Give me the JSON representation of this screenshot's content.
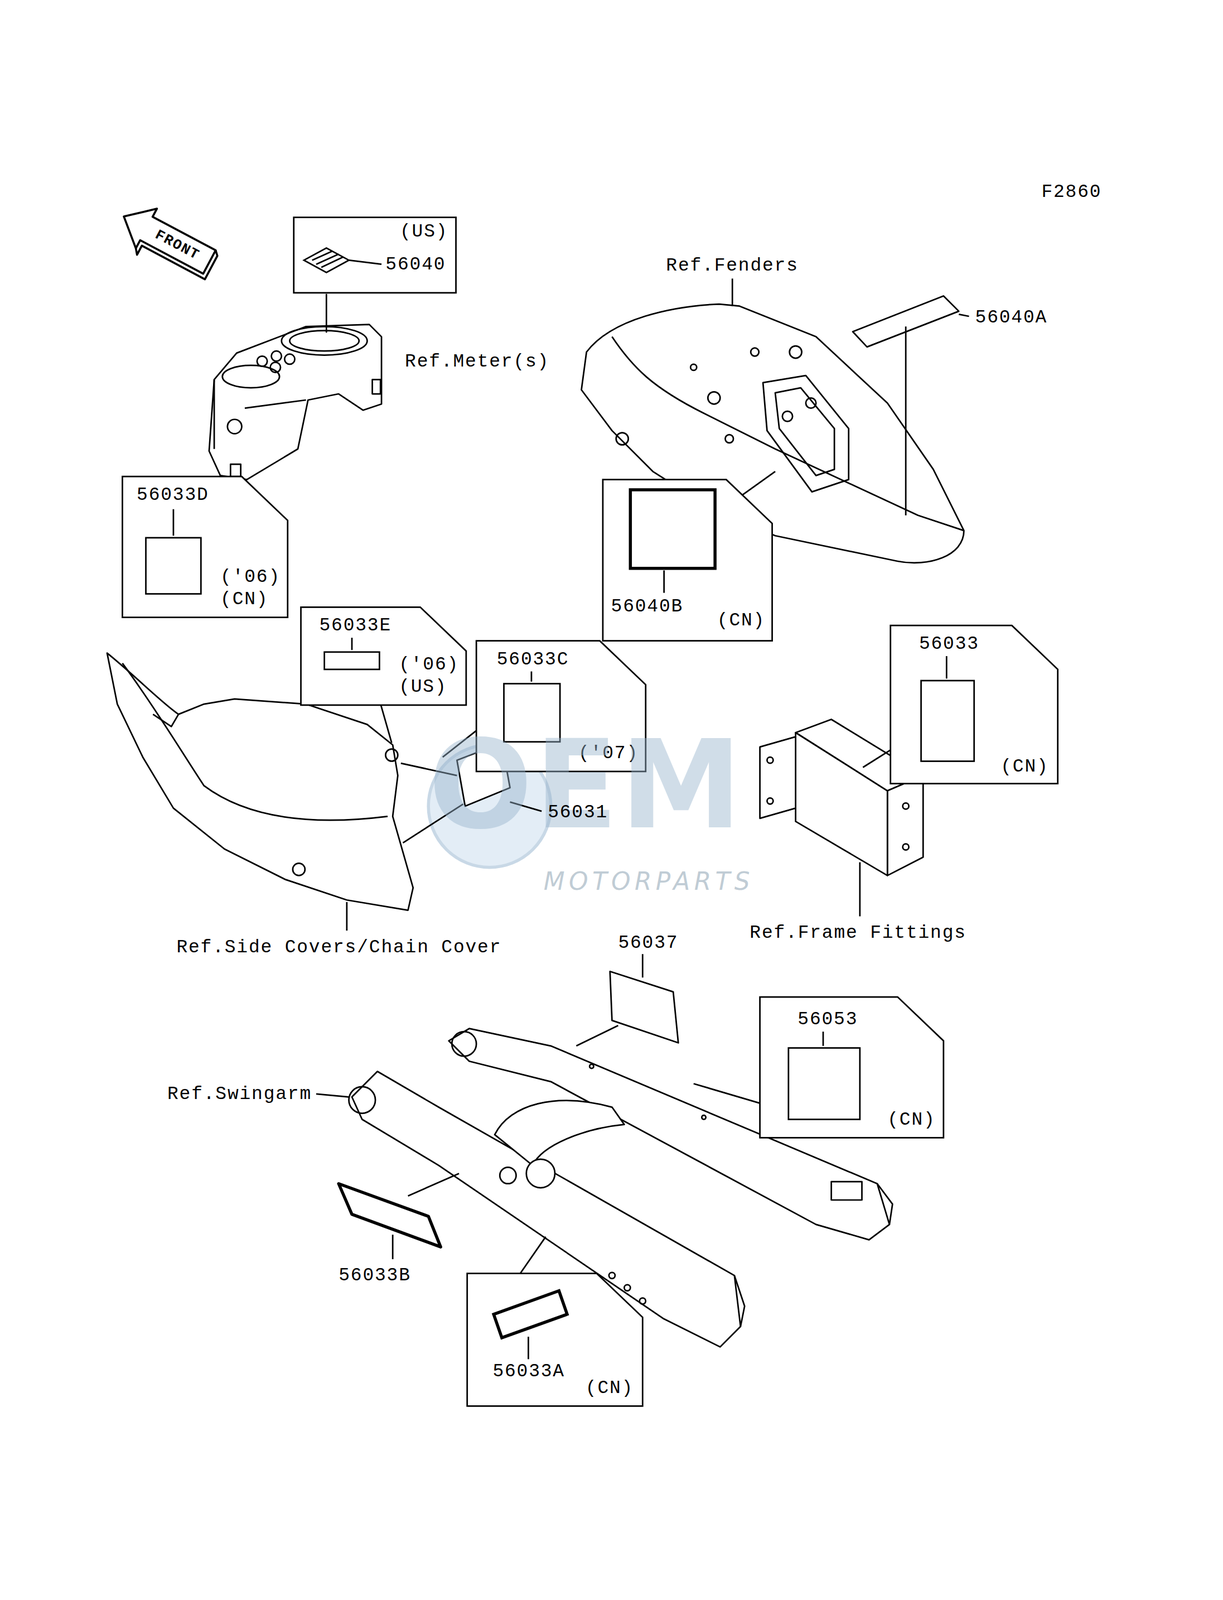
{
  "diagram": {
    "nodes": [
      {
        "text": [
          "(US)",
          "56040"
        ]
      },
      {
        "text": [
          "56033D",
          "('06)",
          "(CN)"
        ]
      },
      {
        "text": [
          "56040B",
          "(CN)"
        ]
      },
      {
        "text": [
          "56033E",
          "('06)",
          "(US)"
        ]
      },
      {
        "text": [
          "56033",
          "(CN)"
        ]
      },
      {
        "text": [
          "56033C",
          "('07)"
        ]
      },
      {
        "text": [
          "56053",
          "(CN)"
        ]
      },
      {
        "text": [
          "56033A",
          "(CN)"
        ]
      }
    ],
    "labels": [
      "OEM",
      "MOTORPARTS",
      "F2860",
      "FRONT",
      "Ref.Fenders",
      "56040A",
      "Ref.Meter(s)",
      "56031",
      "Ref.Side Covers/Chain Cover",
      "Ref.Frame Fittings",
      "56037",
      "Ref.Swingarm",
      "56033B"
    ]
  }
}
